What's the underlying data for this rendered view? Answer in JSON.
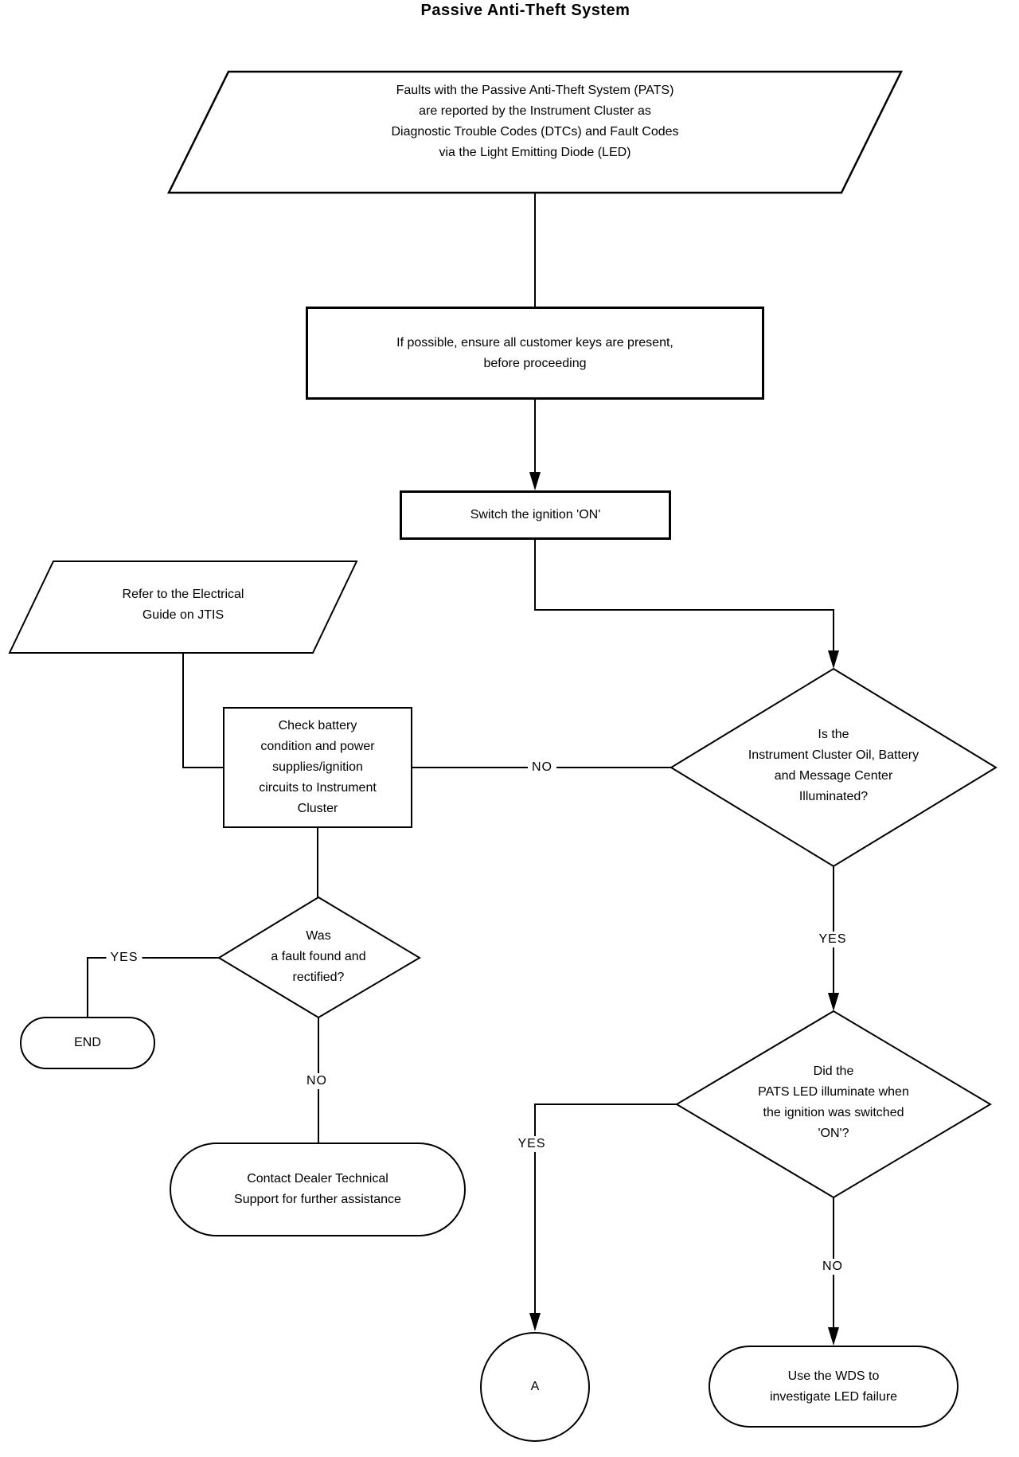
{
  "title": "Passive Anti-Theft System",
  "colors": {
    "line": "#000000",
    "background": "#ffffff"
  },
  "nodes": {
    "intro": {
      "type": "parallelogram",
      "label": "Faults with the Passive Anti-Theft System (PATS)\nare reported by the Instrument Cluster as\nDiagnostic Trouble Codes (DTCs) and Fault Codes\nvia the Light Emitting Diode (LED)"
    },
    "ensure_keys": {
      "type": "process",
      "label": "If possible, ensure all customer keys are present,\nbefore proceeding"
    },
    "switch_ignition": {
      "type": "process",
      "label": "Switch the ignition 'ON'"
    },
    "refer_jtis": {
      "type": "parallelogram",
      "label": "Refer to the Electrical\nGuide on JTIS"
    },
    "check_battery": {
      "type": "process",
      "label": "Check battery\ncondition and power\nsupplies/ignition\ncircuits to Instrument\nCluster"
    },
    "cluster_illuminated": {
      "type": "decision",
      "label": "Is the\nInstrument Cluster Oil, Battery\nand Message Center\nIlluminated?"
    },
    "fault_rectified": {
      "type": "decision",
      "label": "Was\na fault found and\nrectified?"
    },
    "end": {
      "type": "terminator",
      "label": "END"
    },
    "contact_dealer": {
      "type": "terminator",
      "label": "Contact Dealer Technical\nSupport for further assistance"
    },
    "pats_led": {
      "type": "decision",
      "label": "Did the\nPATS LED illuminate when\nthe ignition was switched\n'ON'?"
    },
    "connector_a": {
      "type": "connector",
      "label": "A"
    },
    "use_wds": {
      "type": "terminator",
      "label": "Use the WDS to\ninvestigate LED failure"
    }
  },
  "edge_labels": {
    "cluster_no": "NO",
    "cluster_yes": "YES",
    "fault_yes": "YES",
    "fault_no": "NO",
    "led_yes": "YES",
    "led_no": "NO"
  }
}
